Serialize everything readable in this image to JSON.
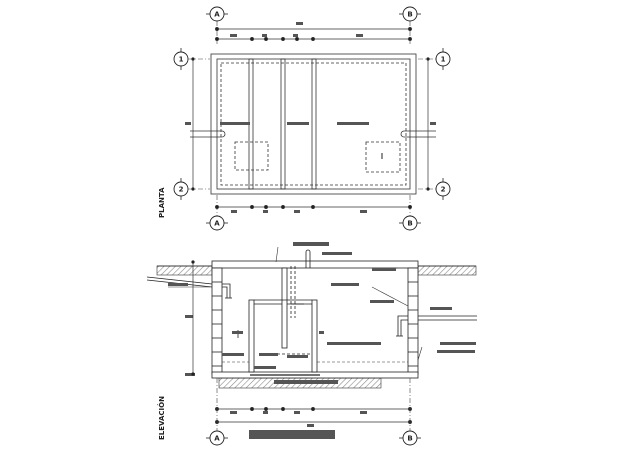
{
  "grid": {
    "col_a": "A",
    "col_b": "B",
    "row_1": "1",
    "row_2": "2"
  },
  "views": {
    "plan_label": "PLANTA",
    "elevation_label": "ELEVACIÓN"
  },
  "colors": {
    "line": "#333333",
    "dark_line": "#111111",
    "label_block": "#555555",
    "hatch": "#8a8a8a"
  }
}
